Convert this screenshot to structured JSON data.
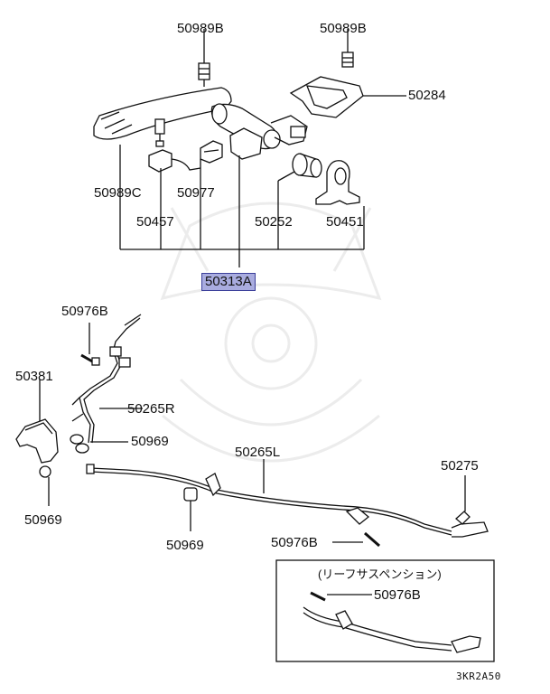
{
  "diagram": {
    "parts": {
      "bolt_left_top": "50989B",
      "bolt_right_top": "50989B",
      "bracket_top": "50284",
      "bolt_lever": "50989C",
      "connector": "50977",
      "switch": "50457",
      "grommet": "50252",
      "mount": "50451",
      "lever_assembly": "50313A",
      "bolt_cable_front": "50976B",
      "cover": "50381",
      "cable_right": "50265R",
      "nut_front": "50969",
      "nut_bottom_left": "50969",
      "cable_left": "50265L",
      "clip": "50275",
      "nut_center": "50969",
      "bolt_cable_rear": "50976B"
    },
    "inset": {
      "title": "(リーフサスペンション)",
      "part": "50976B"
    },
    "code": "3KR2A50"
  }
}
